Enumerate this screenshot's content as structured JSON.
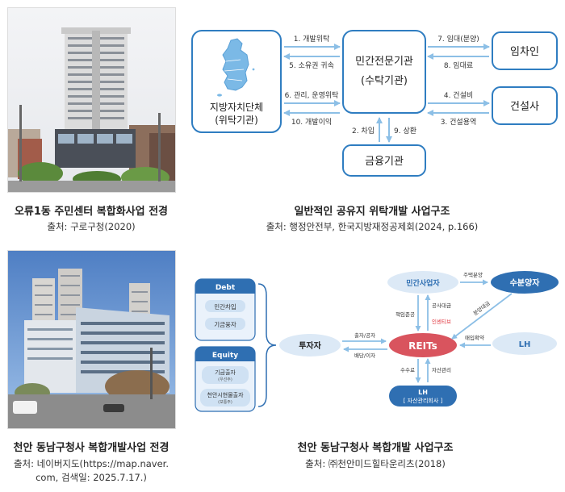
{
  "photo1": {
    "caption": "오류1동 주민센터 복합화사업 전경",
    "source": "출처: 구로구청(2020)"
  },
  "diagram1": {
    "caption": "일반적인 공유지 위탁개발 사업구조",
    "source": "출처: 행정안전부, 한국지방재정공제회(2024, p.166)",
    "nodes": {
      "local_gov_line1": "지방자치단체",
      "local_gov_line2": "(위탁기관)",
      "private_line1": "민간전문기관",
      "private_line2": "(수탁기관)",
      "tenant": "임차인",
      "builder": "건설사",
      "finance": "금융기관"
    },
    "edges": {
      "e1": "1. 개발위탁",
      "e5": "5. 소유권 귀속",
      "e6": "6. 관리, 운영위탁",
      "e10": "10. 개발이익",
      "e7": "7. 임대(분양)",
      "e8": "8. 임대료",
      "e4": "4. 건설비",
      "e3": "3. 건설용역",
      "e2": "2. 차입",
      "e9": "9. 상환"
    }
  },
  "photo2": {
    "caption": "천안 동남구청사 복합개발사업 전경",
    "source_line1": "출처: 네이버지도(https://map.naver.",
    "source_line2": "com, 검색일: 2025.7.17.)"
  },
  "diagram2": {
    "caption": "천안 동남구청사 복합개발 사업구조",
    "source": "출처: ㈜천안미드힐타운리츠(2018)",
    "debt": {
      "title": "Debt",
      "items": [
        "민간차입",
        "기금융자"
      ]
    },
    "equity": {
      "title": "Equity",
      "item1_main": "기금출자",
      "item1_sub": "(우선주)",
      "item2_main": "천안시현물출자",
      "item2_sub": "(보통주)"
    },
    "nodes": {
      "investor": "투자자",
      "private_operator": "민간사업자",
      "buyer": "수분양자",
      "reits": "REITs",
      "lh": "LH",
      "lh_amc_line1": "LH",
      "lh_amc_line2": "[ 자산관리회사 ]"
    },
    "edges": {
      "invest": "출자/공자",
      "dividend": "배당/이자",
      "housing_sale": "주택분양",
      "sale_price": "분양대금",
      "guarantee": "책임준공",
      "construction_payment": "공사대금",
      "incentive": "인센티브",
      "purchase_agreement": "매입확약",
      "fee": "수수료",
      "asset_mgmt": "자산관리"
    },
    "colors": {
      "dark_blue": "#2f6fb2",
      "light_blue": "#dce9f6",
      "reits_red": "#d9545e",
      "arrow_blue": "#8cbfe6",
      "incentive_red": "#e0313a"
    }
  }
}
